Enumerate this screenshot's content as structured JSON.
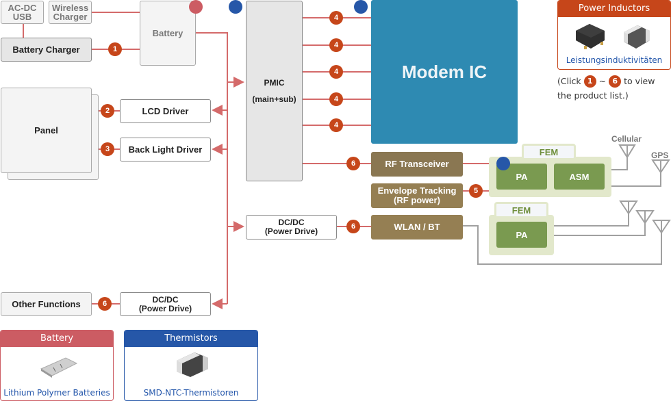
{
  "sources": {
    "acdc": "AC-DC\nUSB",
    "acdc_line1": "AC-DC",
    "acdc_line2": "USB",
    "wireless_line1": "Wireless",
    "wireless_line2": "Charger",
    "battery_charger": "Battery Charger",
    "battery": "Battery"
  },
  "display": {
    "panel": "Panel",
    "lcd_driver": "LCD Driver",
    "backlight_driver": "Back Light Driver"
  },
  "pmic": {
    "line1": "PMIC",
    "line2": "(main+sub)"
  },
  "modem": "Modem IC",
  "rf": {
    "transceiver": "RF Transceiver",
    "envelope_line1": "Envelope Tracking",
    "envelope_line2": "(RF power)",
    "wlan_bt": "WLAN / BT",
    "fem_label": "FEM",
    "pa": "PA",
    "asm": "ASM",
    "antenna_cellular": "Cellular",
    "antenna_gps": "GPS"
  },
  "dcdc": {
    "line1": "DC/DC",
    "line2": "(Power Drive)"
  },
  "other_functions": "Other Functions",
  "badges": {
    "b1": "1",
    "b2": "2",
    "b3": "3",
    "b4": "4",
    "b5": "5",
    "b6": "6"
  },
  "cards": {
    "power_inductors": {
      "title": "Power Inductors",
      "link": "Leistungsinduktivitäten",
      "color": "#c6461a"
    },
    "battery": {
      "title": "Battery",
      "link": "Lithium Polymer Batteries",
      "color": "#cc5c63"
    },
    "thermistors": {
      "title": "Thermistors",
      "link": "SMD-NTC-Thermistoren",
      "color": "#2657a8"
    }
  },
  "note": {
    "prefix": "(Click",
    "from": "1",
    "tilde": "~",
    "to": "6",
    "suffix": "to view",
    "line2": "the product list.)"
  },
  "colors": {
    "wire_red": "#d46a6a",
    "wire_grey": "#a0a0a0",
    "badge": "#c6461a",
    "dot_red": "#cc5c63",
    "dot_blue": "#2657a8",
    "modem": "#2e8ab2",
    "rf_brown": "#957f53",
    "fem_green": "#7a9a50"
  }
}
